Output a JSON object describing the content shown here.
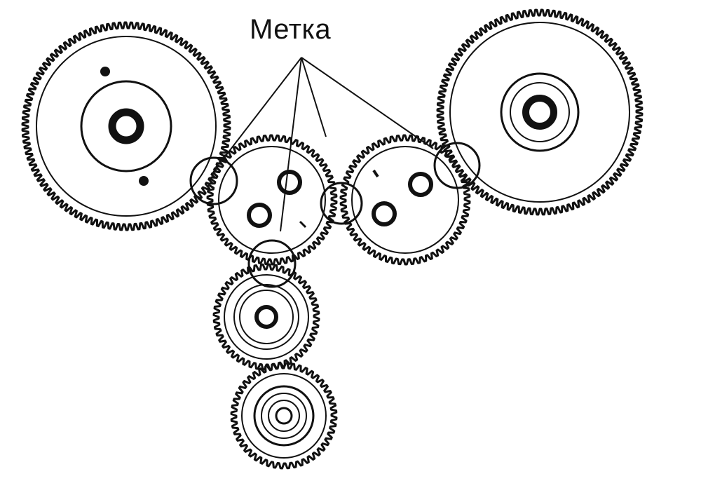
{
  "diagram": {
    "title": "",
    "callout": {
      "label": "Метка"
    },
    "colors": {
      "stroke": "#111111",
      "background": "#ffffff"
    },
    "components": [
      {
        "id": "gear-top-left",
        "kind": "gear"
      },
      {
        "id": "gear-center-left",
        "kind": "gear"
      },
      {
        "id": "gear-center-right",
        "kind": "gear"
      },
      {
        "id": "gear-top-right",
        "kind": "gear"
      },
      {
        "id": "gear-lower-middle",
        "kind": "gear"
      },
      {
        "id": "gear-bottom",
        "kind": "gear"
      }
    ],
    "marks": [
      {
        "id": "mark-left-mesh",
        "between": [
          "gear-top-left",
          "gear-center-left"
        ]
      },
      {
        "id": "mark-center-mesh",
        "between": [
          "gear-center-left",
          "gear-center-right"
        ]
      },
      {
        "id": "mark-right-mesh",
        "between": [
          "gear-center-right",
          "gear-top-right"
        ]
      },
      {
        "id": "mark-lower-mesh",
        "between": [
          "gear-center-left",
          "gear-lower-middle"
        ]
      }
    ]
  }
}
